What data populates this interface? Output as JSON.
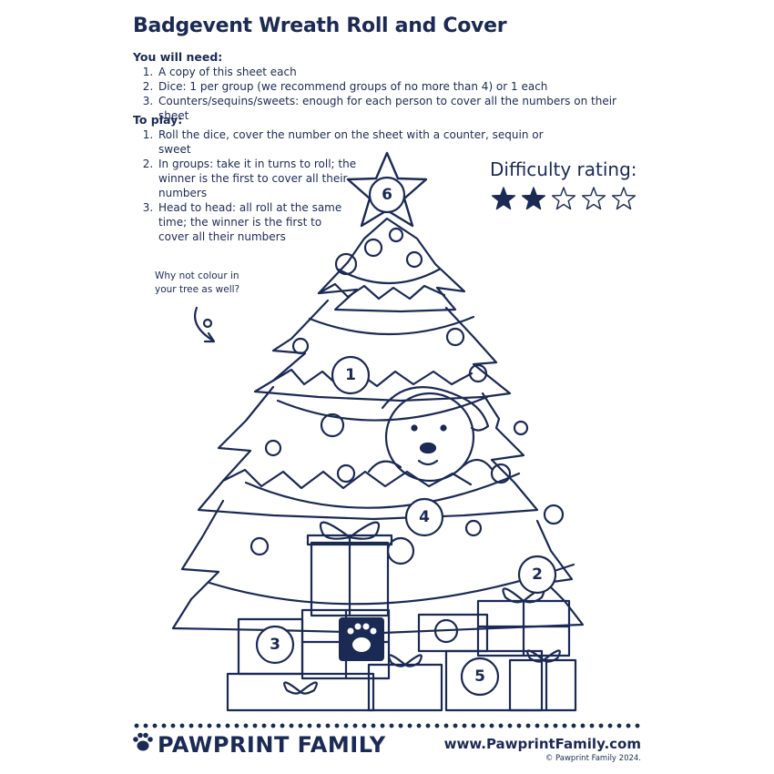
{
  "title": "Badgevent Wreath Roll and Cover",
  "need": {
    "heading": "You will need:",
    "items": [
      "A copy of this sheet each",
      "Dice: 1 per group (we recommend groups of no more than 4) or 1 each",
      "Counters/sequins/sweets: enough for each person to cover all the numbers on their sheet"
    ]
  },
  "play": {
    "heading": "To play:",
    "items": [
      "Roll the dice, cover the number on the sheet with a counter, sequin or sweet",
      "In groups: take it in turns to roll; the winner is the first to cover all their numbers",
      "Head to head: all roll at the same time; the winner is the first to cover all their numbers"
    ]
  },
  "difficulty": {
    "label": "Difficulty rating:",
    "rating": 2,
    "max": 5
  },
  "tip": "Why not colour in your tree as well?",
  "numbers": [
    "6",
    "1",
    "4",
    "2",
    "3",
    "5"
  ],
  "footer": {
    "brand": "PAWPRINT FAMILY",
    "url": "www.PawprintFamily.com",
    "copyright": "© Pawprint Family 2024."
  },
  "colors": {
    "ink": "#1b2a55",
    "background": "#ffffff"
  }
}
